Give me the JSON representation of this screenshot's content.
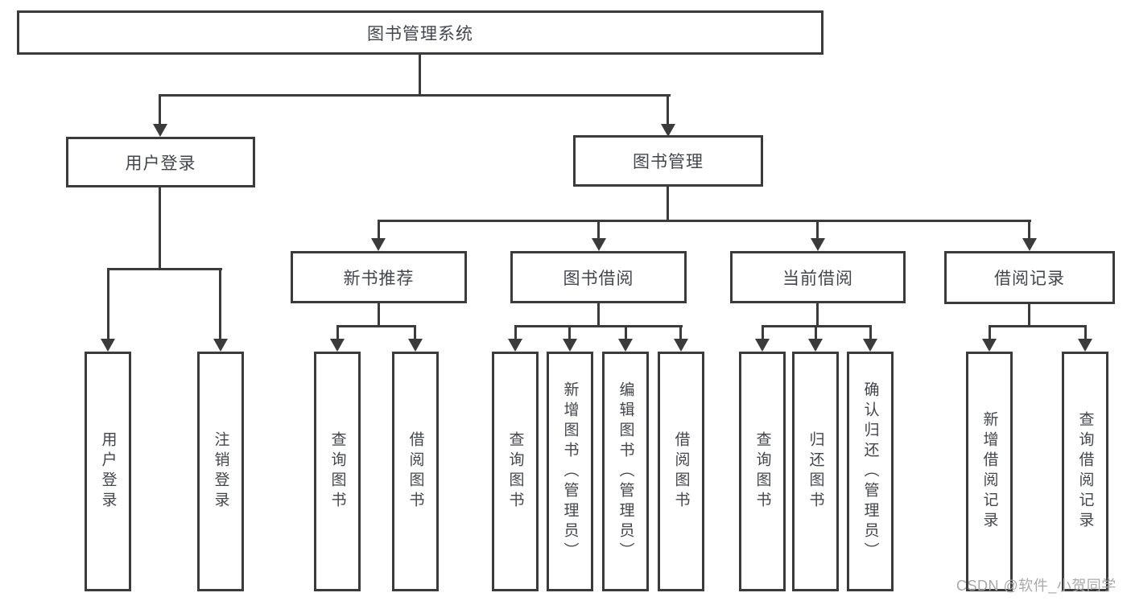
{
  "diagram": {
    "title": "图书管理系统",
    "root": {
      "label": "图书管理系统"
    },
    "level2": [
      {
        "label": "用户登录"
      },
      {
        "label": "图书管理"
      }
    ],
    "level3": [
      {
        "label": "新书推荐",
        "parent": "图书管理"
      },
      {
        "label": "图书借阅",
        "parent": "图书管理"
      },
      {
        "label": "当前借阅",
        "parent": "图书管理"
      },
      {
        "label": "借阅记录",
        "parent": "图书管理"
      }
    ],
    "leaves": [
      {
        "label": "用户登录",
        "parent": "用户登录"
      },
      {
        "label": "注销登录",
        "parent": "用户登录"
      },
      {
        "label": "查询图书",
        "parent": "新书推荐"
      },
      {
        "label": "借阅图书",
        "parent": "新书推荐"
      },
      {
        "label": "查询图书",
        "parent": "图书借阅"
      },
      {
        "label": "新增图书（管理员）",
        "parent": "图书借阅"
      },
      {
        "label": "编辑图书（管理员）",
        "parent": "图书借阅"
      },
      {
        "label": "借阅图书",
        "parent": "图书借阅"
      },
      {
        "label": "查询图书",
        "parent": "当前借阅"
      },
      {
        "label": "归还图书",
        "parent": "当前借阅"
      },
      {
        "label": "确认归还（管理员）",
        "parent": "当前借阅"
      },
      {
        "label": "新增借阅记录",
        "parent": "借阅记录"
      },
      {
        "label": "查询借阅记录",
        "parent": "借阅记录"
      }
    ]
  },
  "watermark": {
    "text": "CSDN @软件_小贺同学"
  },
  "colors": {
    "line": "#3b3b3b",
    "text": "#43464c",
    "watermark": "#a9a9a9",
    "background": "#ffffff"
  }
}
